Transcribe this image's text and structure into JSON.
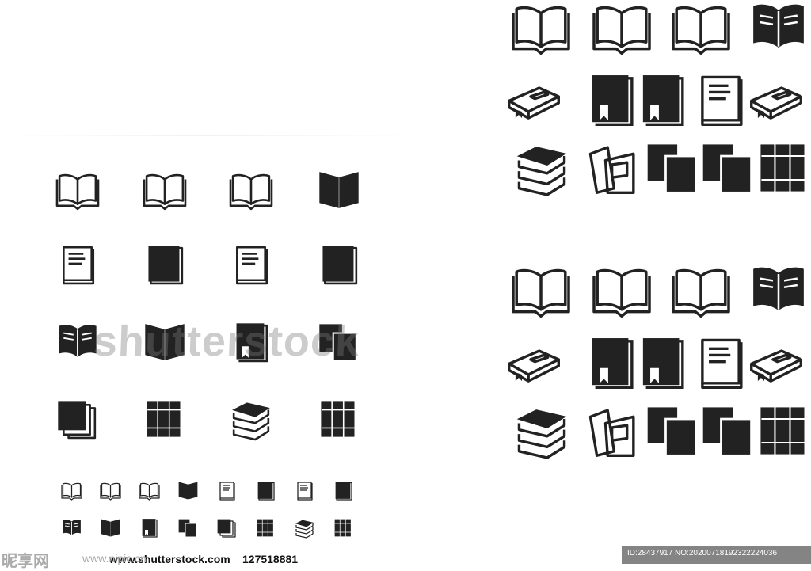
{
  "colors": {
    "ink": "#222222",
    "watermark": "#888888",
    "divider": "#bdbdbd",
    "id_strip": "#777777"
  },
  "icons": {
    "left_panel": [
      "open-book-outline-icon",
      "open-book-outline-icon",
      "open-book-outline-icon",
      "open-book-solid-icon",
      "closed-book-outline-icon",
      "closed-book-solid-icon",
      "closed-book-outline-icon",
      "closed-book-solid-icon",
      "open-book-pages-icon",
      "open-book-solid-icon",
      "book-with-bookmark-icon",
      "two-books-icon",
      "stacked-books-icon",
      "books-on-shelf-icon",
      "book-stack-icon",
      "books-on-shelf-icon"
    ],
    "small_row_1": [
      "open-book-icon",
      "open-book-icon",
      "open-book-icon",
      "open-book-solid-icon",
      "closed-book-icon",
      "closed-book-solid-icon",
      "closed-book-icon",
      "closed-book-solid-icon"
    ],
    "small_row_2": [
      "open-book-pages-icon",
      "open-book-solid-icon",
      "book-with-bookmark-icon",
      "two-books-icon",
      "stacked-books-icon",
      "books-on-shelf-icon",
      "book-stack-icon",
      "books-on-shelf-icon"
    ],
    "right_panel": [
      "open-book-icon",
      "open-book-icon",
      "open-book-icon",
      "open-book-pages-icon",
      "lying-book-icon",
      "book-with-bookmark-icon",
      "book-with-bookmark-icon",
      "closed-book-icon",
      "lying-book-icon",
      "book-stack-icon",
      "leaning-books-icon",
      "two-books-icon",
      "two-books-icon",
      "books-on-shelf-icon"
    ]
  },
  "watermark_text": "shutterstock",
  "footer": {
    "url": "www.shutterstock.com",
    "stock_id": "127518881",
    "logo": "昵享网",
    "logo_site": "www.nipic.cn",
    "id_strip": "ID:28437917 NO:20200718192322224036"
  }
}
